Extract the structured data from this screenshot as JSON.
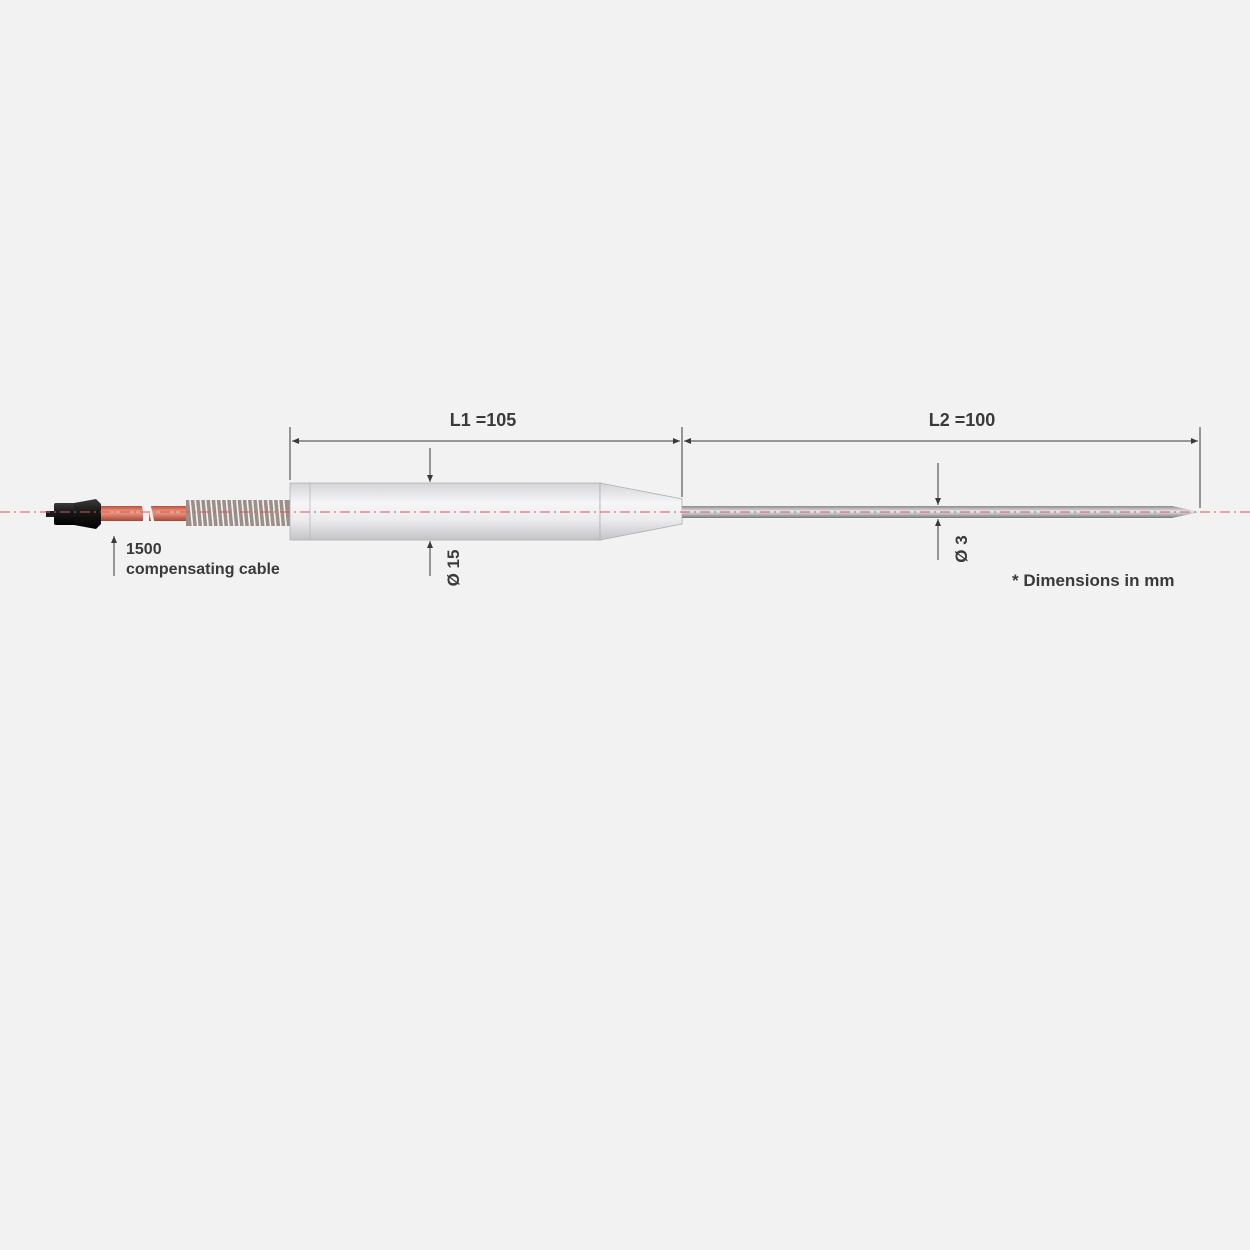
{
  "dimensions": {
    "l1_label": "L1 =105",
    "l2_label": "L2 =100",
    "handle_diameter_label": "Ø 15",
    "probe_diameter_label": "Ø 3",
    "cable_length": "1500",
    "cable_label": "compensating cable",
    "units_note": "* Dimensions in mm"
  },
  "colors": {
    "background": "#f2f2f2",
    "text": "#3a3a3a",
    "centerline": "#e05050",
    "cable": "#d8735e",
    "handle": "#e9e9ec",
    "connector": "#1e1e1e"
  }
}
